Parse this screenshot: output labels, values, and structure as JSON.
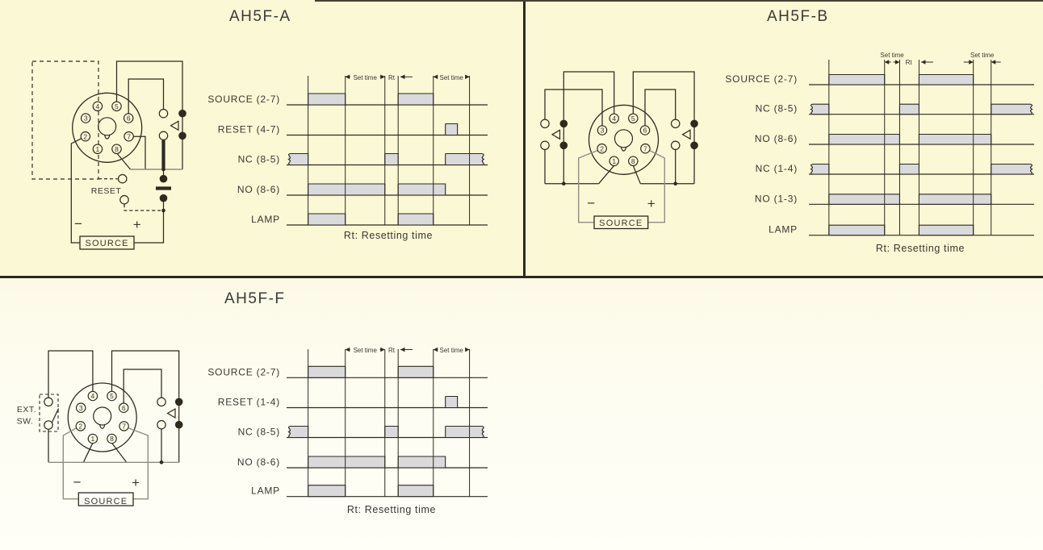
{
  "page": {
    "bg_top": "#FBF8D6",
    "bg_bottom": "#FDFBEA",
    "line_color": "#2E2A1E",
    "text_color": "#3A362F",
    "pulse_fill": "#DADADC",
    "gray_wire": "#8F8D85",
    "divider_color": "#2B2A20"
  },
  "panels": {
    "a": {
      "title": "AH5F-A"
    },
    "b": {
      "title": "AH5F-B"
    },
    "f": {
      "title": "AH5F-F"
    }
  },
  "wiring_labels": {
    "pin_numbers": [
      "1",
      "2",
      "3",
      "4",
      "5",
      "6",
      "7",
      "8"
    ],
    "source": "SOURCE",
    "reset": "RESET",
    "ext_line1": "EXT.",
    "ext_line2": "SW.",
    "minus": "−",
    "plus": "+"
  },
  "chart_data": [
    {
      "id": "a",
      "type": "timing",
      "panel": "AH5F-A",
      "rows": [
        {
          "label": "SOURCE (2-7)",
          "pulses": [
            {
              "t": [
                10.7,
                29.2
              ]
            },
            {
              "t": [
                55.5,
                73.0
              ]
            }
          ]
        },
        {
          "label": "RESET (4-7)",
          "pulses": [
            {
              "t": [
                79.0,
                85.0
              ]
            }
          ]
        },
        {
          "label": "NC (8-5)",
          "pulses": [
            {
              "t": [
                0,
                10.7
              ],
              "torn": "left"
            },
            {
              "t": [
                48.9,
                55.5
              ]
            },
            {
              "t": [
                79.0,
                99.1
              ],
              "torn": "right"
            }
          ]
        },
        {
          "label": "NO (8-6)",
          "pulses": [
            {
              "t": [
                10.7,
                48.9
              ]
            },
            {
              "t": [
                55.5,
                79.0
              ]
            }
          ]
        },
        {
          "label": "LAMP",
          "pulses": [
            {
              "t": [
                10.7,
                29.2
              ]
            },
            {
              "t": [
                55.5,
                73.0
              ]
            }
          ]
        }
      ],
      "time_marks": [
        10.7,
        29.2,
        48.9,
        55.5,
        73.0,
        91.0
      ],
      "annotations": [
        {
          "kind": "dim",
          "t": [
            29.2,
            48.9
          ],
          "text": "Set time",
          "style": "inline"
        },
        {
          "kind": "label",
          "t": 52.2,
          "text": "Rt"
        },
        {
          "kind": "arrow-left",
          "t": 56.6
        },
        {
          "kind": "dim",
          "t": [
            73.0,
            91.0
          ],
          "text": "Set time",
          "style": "inline"
        }
      ],
      "footnote": "Rt: Resetting time"
    },
    {
      "id": "b",
      "type": "timing",
      "panel": "AH5F-B",
      "rows": [
        {
          "label": "SOURCE (2-7)",
          "pulses": [
            {
              "t": [
                8.9,
                33.6
              ]
            },
            {
              "t": [
                48.9,
                73.0
              ]
            }
          ]
        },
        {
          "label": "NC (8-5)",
          "pulses": [
            {
              "t": [
                0,
                8.9
              ],
              "torn": "left"
            },
            {
              "t": [
                40.3,
                48.9
              ]
            },
            {
              "t": [
                80.9,
                100
              ],
              "torn": "right"
            }
          ]
        },
        {
          "label": "NO (8-6)",
          "pulses": [
            {
              "t": [
                8.9,
                40.3
              ]
            },
            {
              "t": [
                48.9,
                80.9
              ]
            }
          ]
        },
        {
          "label": "NC (1-4)",
          "pulses": [
            {
              "t": [
                0,
                8.9
              ],
              "torn": "left"
            },
            {
              "t": [
                40.3,
                48.9
              ]
            },
            {
              "t": [
                80.9,
                100
              ],
              "torn": "right"
            }
          ]
        },
        {
          "label": "NO (1-3)",
          "pulses": [
            {
              "t": [
                8.9,
                40.3
              ]
            },
            {
              "t": [
                48.9,
                80.9
              ]
            }
          ]
        },
        {
          "label": "LAMP",
          "pulses": [
            {
              "t": [
                8.9,
                33.6
              ]
            },
            {
              "t": [
                48.9,
                73.0
              ]
            }
          ]
        }
      ],
      "time_marks": [
        8.9,
        33.6,
        40.3,
        48.9,
        73.0,
        80.9
      ],
      "annotations": [
        {
          "kind": "dim",
          "t": [
            33.6,
            40.3
          ],
          "text": "Set time",
          "style": "in"
        },
        {
          "kind": "label",
          "t": 44.3,
          "text": "Rt"
        },
        {
          "kind": "arrow-left",
          "t": 49.8
        },
        {
          "kind": "dim",
          "t": [
            73.0,
            80.9
          ],
          "text": "Set time",
          "style": "out"
        }
      ],
      "footnote": "Rt: Resetting time"
    },
    {
      "id": "f",
      "type": "timing",
      "panel": "AH5F-F",
      "rows": [
        {
          "label": "SOURCE (2-7)",
          "pulses": [
            {
              "t": [
                10.7,
                29.2
              ]
            },
            {
              "t": [
                55.5,
                73.0
              ]
            }
          ]
        },
        {
          "label": "RESET (1-4)",
          "pulses": [
            {
              "t": [
                79.0,
                85.0
              ]
            }
          ]
        },
        {
          "label": "NC (8-5)",
          "pulses": [
            {
              "t": [
                0,
                10.7
              ],
              "torn": "left"
            },
            {
              "t": [
                48.9,
                55.5
              ]
            },
            {
              "t": [
                79.0,
                99.1
              ],
              "torn": "right"
            }
          ]
        },
        {
          "label": "NO (8-6)",
          "pulses": [
            {
              "t": [
                10.7,
                48.9
              ]
            },
            {
              "t": [
                55.5,
                79.0
              ]
            }
          ]
        },
        {
          "label": "LAMP",
          "pulses": [
            {
              "t": [
                10.7,
                29.2
              ]
            },
            {
              "t": [
                55.5,
                73.0
              ]
            }
          ]
        }
      ],
      "time_marks": [
        10.7,
        29.2,
        48.9,
        55.5,
        73.0,
        91.0
      ],
      "annotations": [
        {
          "kind": "dim",
          "t": [
            29.2,
            48.9
          ],
          "text": "Set time",
          "style": "inline"
        },
        {
          "kind": "label",
          "t": 52.2,
          "text": "Rt"
        },
        {
          "kind": "arrow-left",
          "t": 56.6
        },
        {
          "kind": "dim",
          "t": [
            73.0,
            91.0
          ],
          "text": "Set time",
          "style": "inline"
        }
      ],
      "footnote": "Rt: Resetting time"
    }
  ]
}
